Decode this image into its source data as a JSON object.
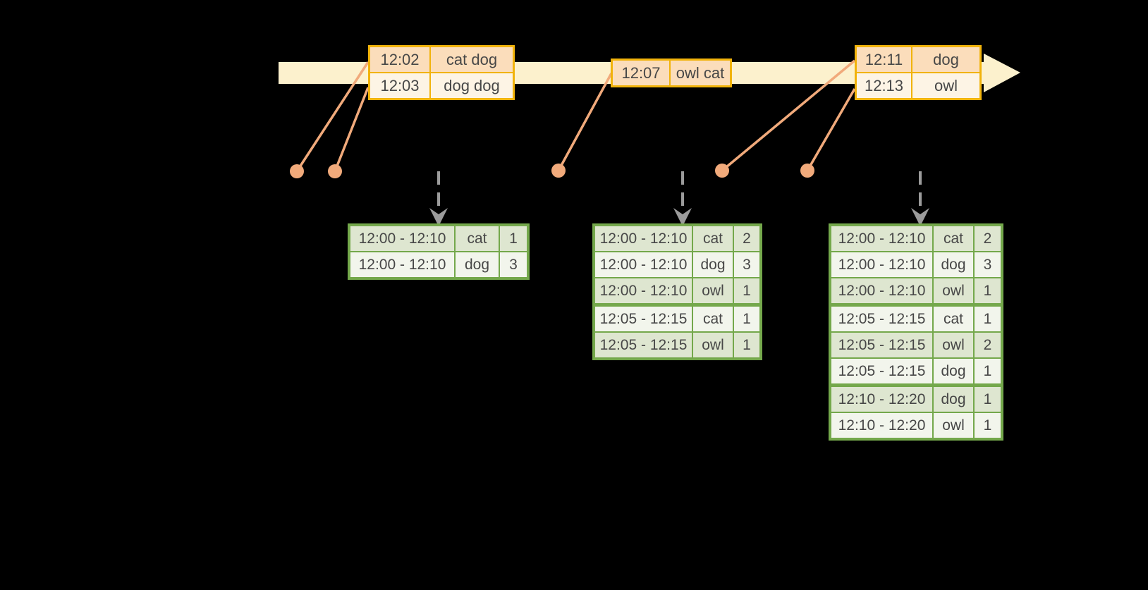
{
  "colors": {
    "canvas-bg": "#000000",
    "timeline-band": "#FCF1CD",
    "event-border": "#F1B30B",
    "event-row-a": "#FBDDBB",
    "event-row-b": "#FDF4E5",
    "marker": "#F1AA7B",
    "flow-arrow": "#9B9B9B",
    "result-border": "#74A84B",
    "result-row-a": "#DEE6D0",
    "result-row-b": "#F2F5EC",
    "cell-text": "#474747"
  },
  "timeline": {
    "event_groups": [
      {
        "rows": [
          {
            "time": "12:02",
            "words": "cat dog"
          },
          {
            "time": "12:03",
            "words": "dog dog"
          }
        ]
      },
      {
        "rows": [
          {
            "time": "12:07",
            "words": "owl cat"
          }
        ]
      },
      {
        "rows": [
          {
            "time": "12:11",
            "words": "dog"
          },
          {
            "time": "12:13",
            "words": "owl"
          }
        ]
      }
    ]
  },
  "result_tables": [
    {
      "rows": [
        {
          "window": "12:00 - 12:10",
          "word": "cat",
          "count": "1"
        },
        {
          "window": "12:00 - 12:10",
          "word": "dog",
          "count": "3"
        }
      ]
    },
    {
      "rows": [
        {
          "window": "12:00 - 12:10",
          "word": "cat",
          "count": "2"
        },
        {
          "window": "12:00 - 12:10",
          "word": "dog",
          "count": "3"
        },
        {
          "window": "12:00 - 12:10",
          "word": "owl",
          "count": "1"
        },
        {
          "window": "12:05 - 12:15",
          "word": "cat",
          "count": "1"
        },
        {
          "window": "12:05 - 12:15",
          "word": "owl",
          "count": "1"
        }
      ]
    },
    {
      "rows": [
        {
          "window": "12:00 - 12:10",
          "word": "cat",
          "count": "2"
        },
        {
          "window": "12:00 - 12:10",
          "word": "dog",
          "count": "3"
        },
        {
          "window": "12:00 - 12:10",
          "word": "owl",
          "count": "1"
        },
        {
          "window": "12:05 - 12:15",
          "word": "cat",
          "count": "1"
        },
        {
          "window": "12:05 - 12:15",
          "word": "owl",
          "count": "2"
        },
        {
          "window": "12:05 - 12:15",
          "word": "dog",
          "count": "1"
        },
        {
          "window": "12:10 - 12:20",
          "word": "dog",
          "count": "1"
        },
        {
          "window": "12:10 - 12:20",
          "word": "owl",
          "count": "1"
        }
      ]
    }
  ]
}
